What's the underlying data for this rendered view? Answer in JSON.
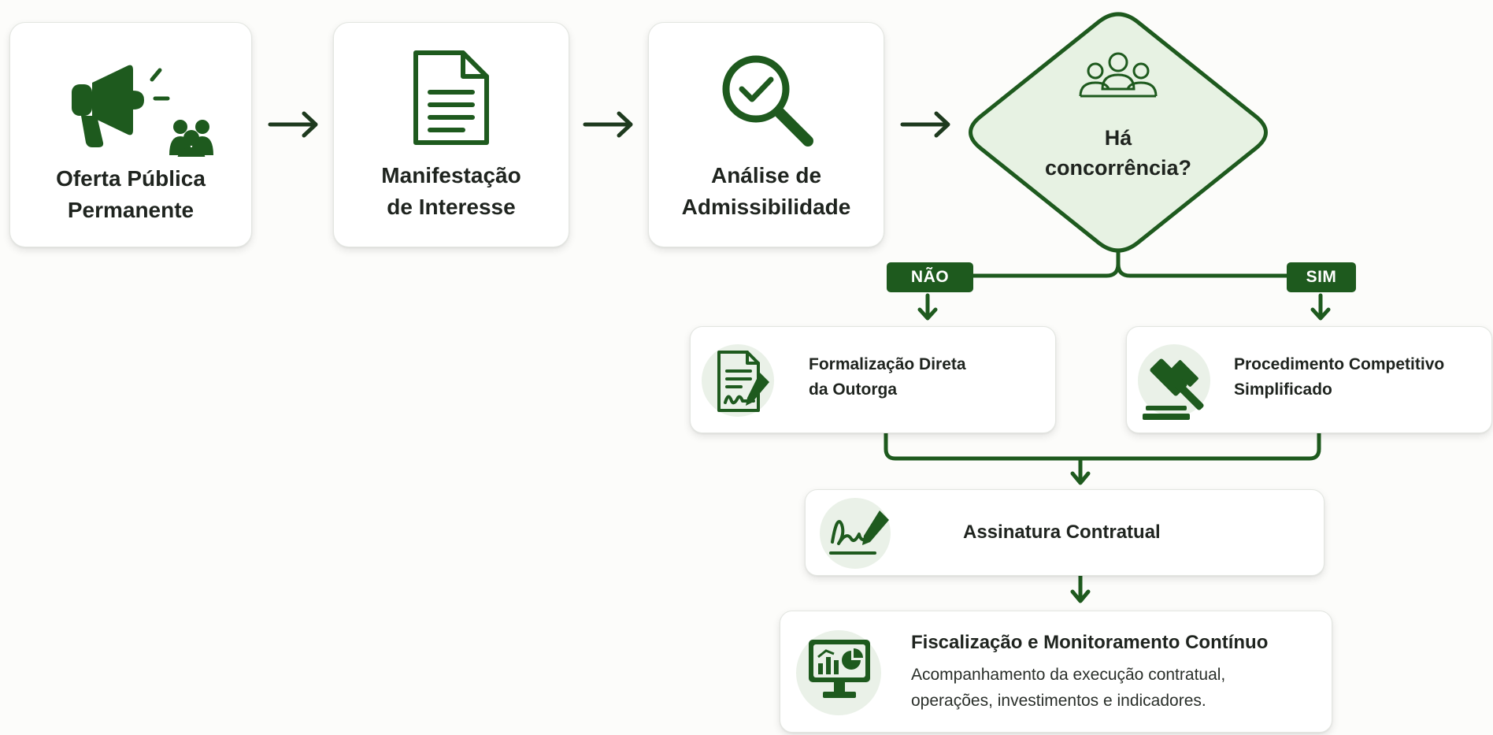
{
  "steps": {
    "oferta": {
      "line1": "Oferta Pública",
      "line2": "Permanente",
      "icon": "megaphone-people-icon"
    },
    "manifestacao": {
      "line1": "Manifestação",
      "line2": "de Interesse",
      "icon": "document-icon"
    },
    "analise": {
      "line1": "Análise de",
      "line2": "Admissibilidade",
      "icon": "magnifier-check-icon"
    }
  },
  "decision": {
    "line1": "Há",
    "line2": "concorrência?",
    "icon": "group-people-icon",
    "no_label": "NÃO",
    "yes_label": "SIM"
  },
  "branches": {
    "no": {
      "line1": "Formalização Direta",
      "line2": "da Outorga",
      "icon": "document-signature-icon"
    },
    "yes": {
      "line1": "Procedimento Competitivo",
      "line2": "Simplificado",
      "icon": "gavel-icon"
    }
  },
  "assinatura": {
    "label": "Assinatura Contratual",
    "icon": "signature-pen-icon"
  },
  "fiscalizacao": {
    "title": "Fiscalização e Monitoramento Contínuo",
    "desc_line1": "Acompanhamento da execução contratual,",
    "desc_line2": "operações, investimentos e indicadores.",
    "icon": "monitor-chart-icon"
  },
  "colors": {
    "primary": "#1e5a1e",
    "diamond_fill": "#e7f2e3",
    "icon_bg": "#eaf1e8"
  }
}
